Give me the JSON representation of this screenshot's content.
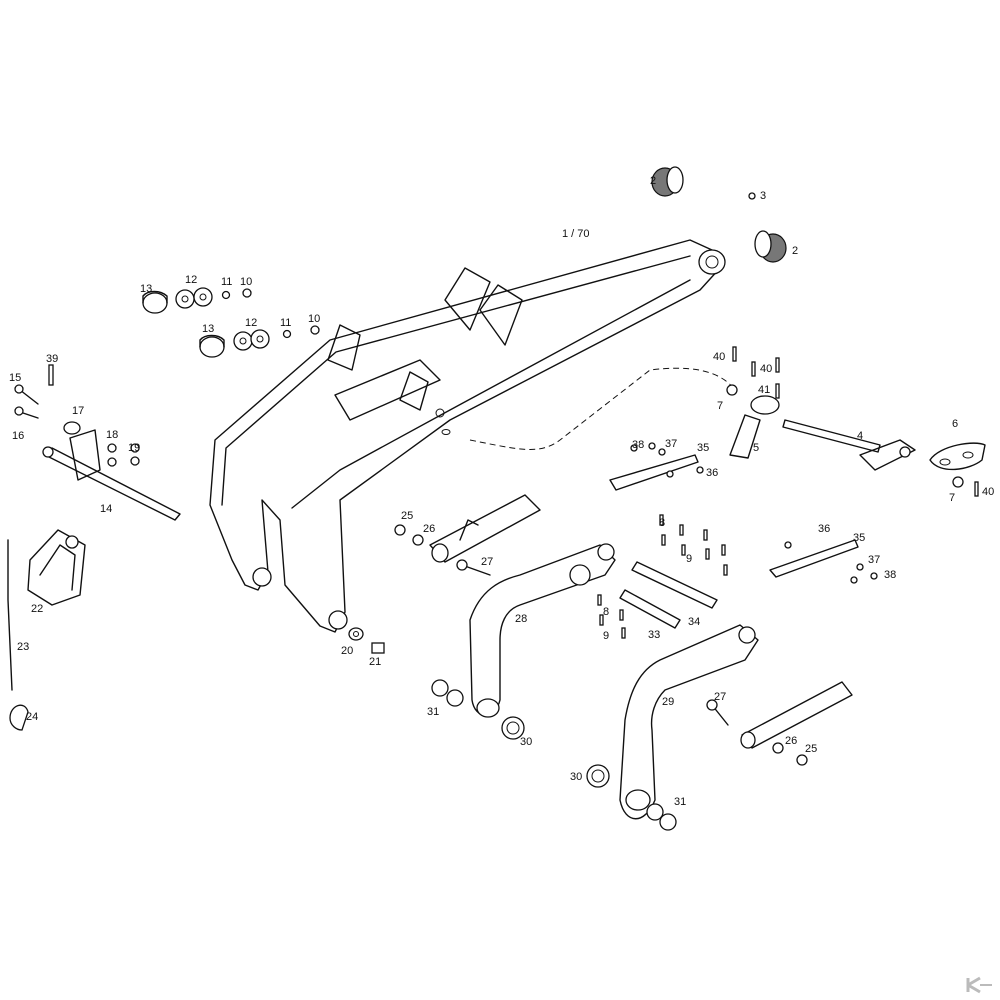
{
  "labels": {
    "boom": "1 / 70",
    "p2": "2",
    "p3": "3",
    "p4": "4",
    "p5": "5",
    "p6": "6",
    "p7": "7",
    "p8": "8",
    "p9": "9",
    "p10": "10",
    "p11": "11",
    "p12": "12",
    "p13": "13",
    "p14": "14",
    "p15": "15",
    "p16": "16",
    "p17": "17",
    "p18": "18",
    "p19": "19",
    "p20": "20",
    "p21": "21",
    "p22": "22",
    "p23": "23",
    "p24": "24",
    "p25": "25",
    "p26": "26",
    "p27": "27",
    "p28": "28",
    "p29": "29",
    "p30": "30",
    "p31": "31",
    "p33": "33",
    "p34": "34",
    "p35": "35",
    "p36": "36",
    "p37": "37",
    "p38": "38",
    "p39": "39",
    "p40": "40",
    "p41": "41"
  },
  "logo": "K"
}
